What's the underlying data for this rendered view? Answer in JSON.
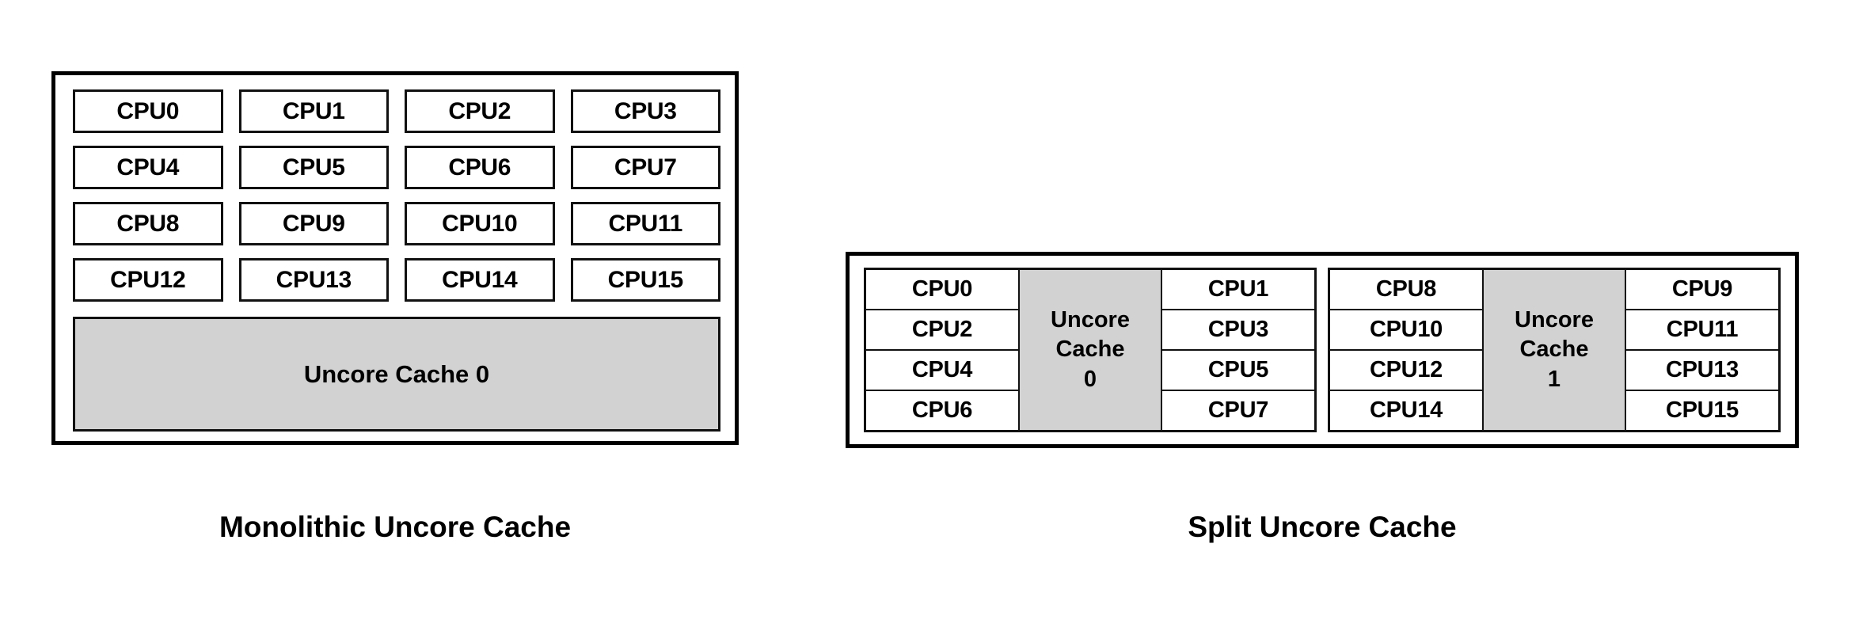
{
  "figures": {
    "monolithic": {
      "caption": "Monolithic Uncore Cache",
      "cpus": [
        "CPU0",
        "CPU1",
        "CPU2",
        "CPU3",
        "CPU4",
        "CPU5",
        "CPU6",
        "CPU7",
        "CPU8",
        "CPU9",
        "CPU10",
        "CPU11",
        "CPU12",
        "CPU13",
        "CPU14",
        "CPU15"
      ],
      "cache_label": "Uncore Cache 0",
      "cache_fill": "#d2d2d2"
    },
    "split": {
      "caption": "Split Uncore Cache",
      "clusters": [
        {
          "left_cpus": [
            "CPU0",
            "CPU2",
            "CPU4",
            "CPU6"
          ],
          "cache_line1": "Uncore",
          "cache_line2": "Cache",
          "cache_line3": "0",
          "right_cpus": [
            "CPU1",
            "CPU3",
            "CPU5",
            "CPU7"
          ]
        },
        {
          "left_cpus": [
            "CPU8",
            "CPU10",
            "CPU12",
            "CPU14"
          ],
          "cache_line1": "Uncore",
          "cache_line2": "Cache",
          "cache_line3": "1",
          "right_cpus": [
            "CPU9",
            "CPU11",
            "CPU13",
            "CPU15"
          ]
        }
      ],
      "cache_fill": "#d2d2d2"
    }
  },
  "colors": {
    "background": "#ffffff",
    "outline": "#000000",
    "cell_outline": "#111111",
    "cache_gray": "#d2d2d2",
    "text": "#000000"
  }
}
